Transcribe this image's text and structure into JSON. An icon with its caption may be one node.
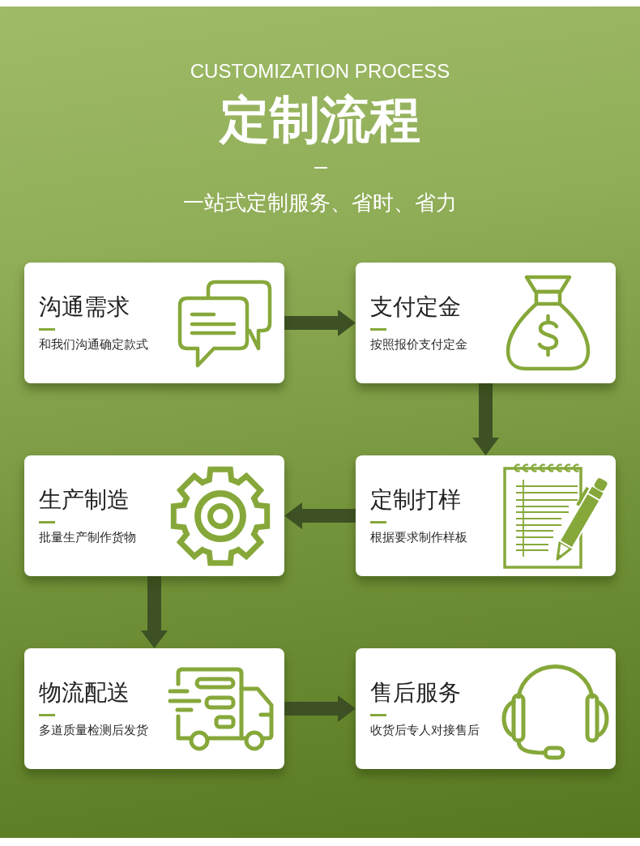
{
  "diagram": {
    "title": "定制流程",
    "nodes": [
      {
        "text": [
          "沟通需求",
          "和我们沟通确定款式"
        ]
      },
      {
        "text": [
          "支付定金",
          "按照报价支付定金"
        ]
      },
      {
        "text": [
          "生产制造",
          "批量生产制作货物"
        ]
      },
      {
        "text": [
          "定制打样",
          "根据要求制作样板"
        ]
      },
      {
        "text": [
          "物流配送",
          "多道质量检测后发货"
        ]
      },
      {
        "text": [
          "售后服务",
          "收货后专人对接售后"
        ]
      }
    ],
    "edges": [
      {
        "from": 0,
        "to": 1,
        "arrow": "to"
      },
      {
        "from": 1,
        "to": 3,
        "arrow": "to"
      },
      {
        "from": 3,
        "to": 2,
        "arrow": "to"
      },
      {
        "from": 2,
        "to": 4,
        "arrow": "to"
      },
      {
        "from": 4,
        "to": 5,
        "arrow": "to"
      }
    ],
    "labels": [
      "CUSTOMIZATION PROCESS",
      "一站式定制服务、省时、省力"
    ]
  }
}
